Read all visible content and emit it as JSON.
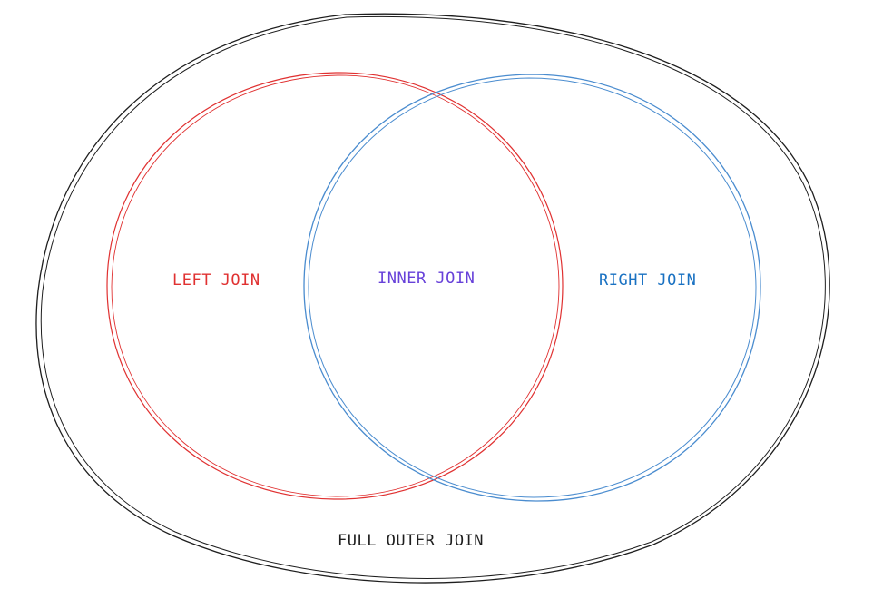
{
  "diagram": {
    "labels": {
      "left": "LEFT JOIN",
      "inner": "INNER JOIN",
      "right": "RIGHT JOIN",
      "full": "FULL OUTER JOIN"
    },
    "colors": {
      "full": "#1e1e1e",
      "left": "#e03131",
      "inner": "#6741d9",
      "right": "#1971c2",
      "right_stroke": "#4a8ccf"
    }
  }
}
